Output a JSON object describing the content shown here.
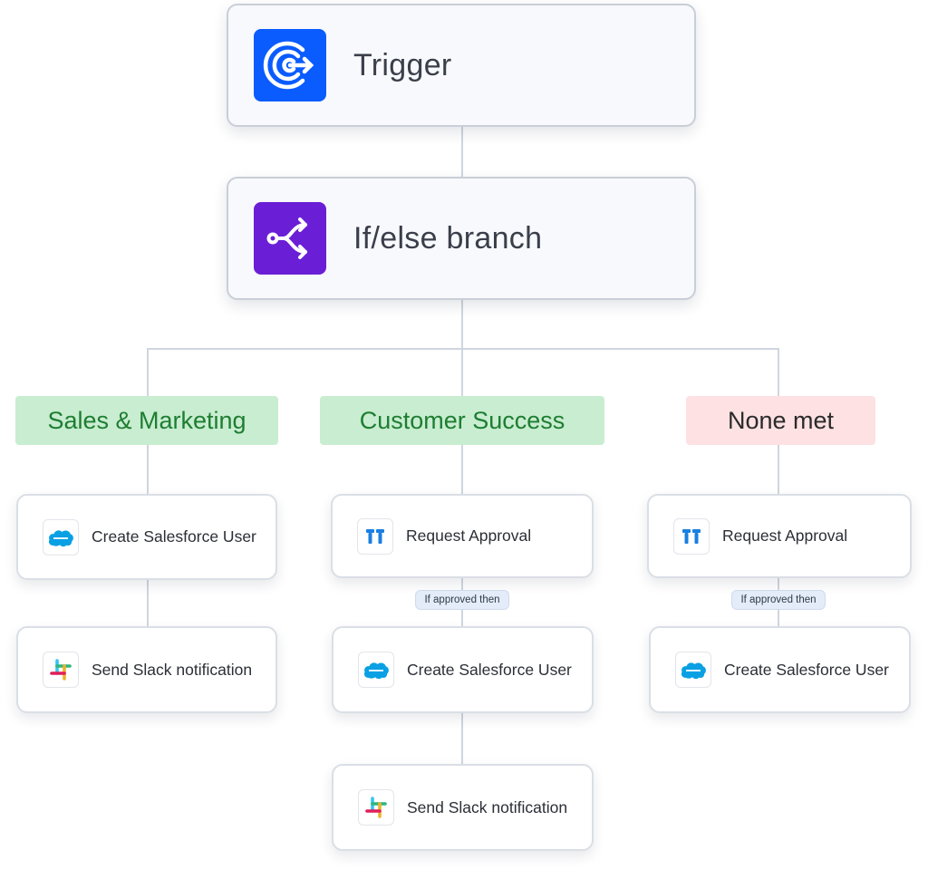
{
  "trigger": {
    "label": "Trigger",
    "icon": "trigger-icon",
    "color": "#0a5cff"
  },
  "branch_node": {
    "label": "If/else branch",
    "icon": "branch-icon",
    "color": "#6a1fd6"
  },
  "branches": [
    {
      "label": "Sales & Marketing",
      "steps": [
        {
          "label": "Create Salesforce User",
          "icon": "salesforce-icon"
        },
        {
          "label": "Send Slack notification",
          "icon": "slack-icon"
        }
      ]
    },
    {
      "label": "Customer Success",
      "steps": [
        {
          "label": "Request Approval",
          "icon": "approval-icon"
        },
        {
          "label": "Create Salesforce User",
          "icon": "salesforce-icon"
        },
        {
          "label": "Send Slack notification",
          "icon": "slack-icon"
        }
      ],
      "condition": "If approved then"
    },
    {
      "label": "None met",
      "steps": [
        {
          "label": "Request Approval",
          "icon": "approval-icon"
        },
        {
          "label": "Create Salesforce User",
          "icon": "salesforce-icon"
        }
      ],
      "condition": "If approved then"
    }
  ]
}
